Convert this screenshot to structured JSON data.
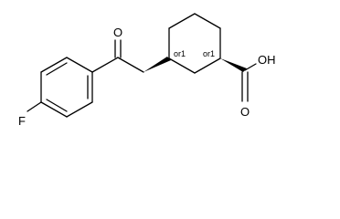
{
  "molecule": {
    "atoms": {
      "fluorine": "F",
      "ketone_oxygen": "O",
      "hydroxyl": "OH",
      "carbonyl_oxygen": "O"
    },
    "stereo_labels": [
      "or1",
      "or1"
    ]
  }
}
